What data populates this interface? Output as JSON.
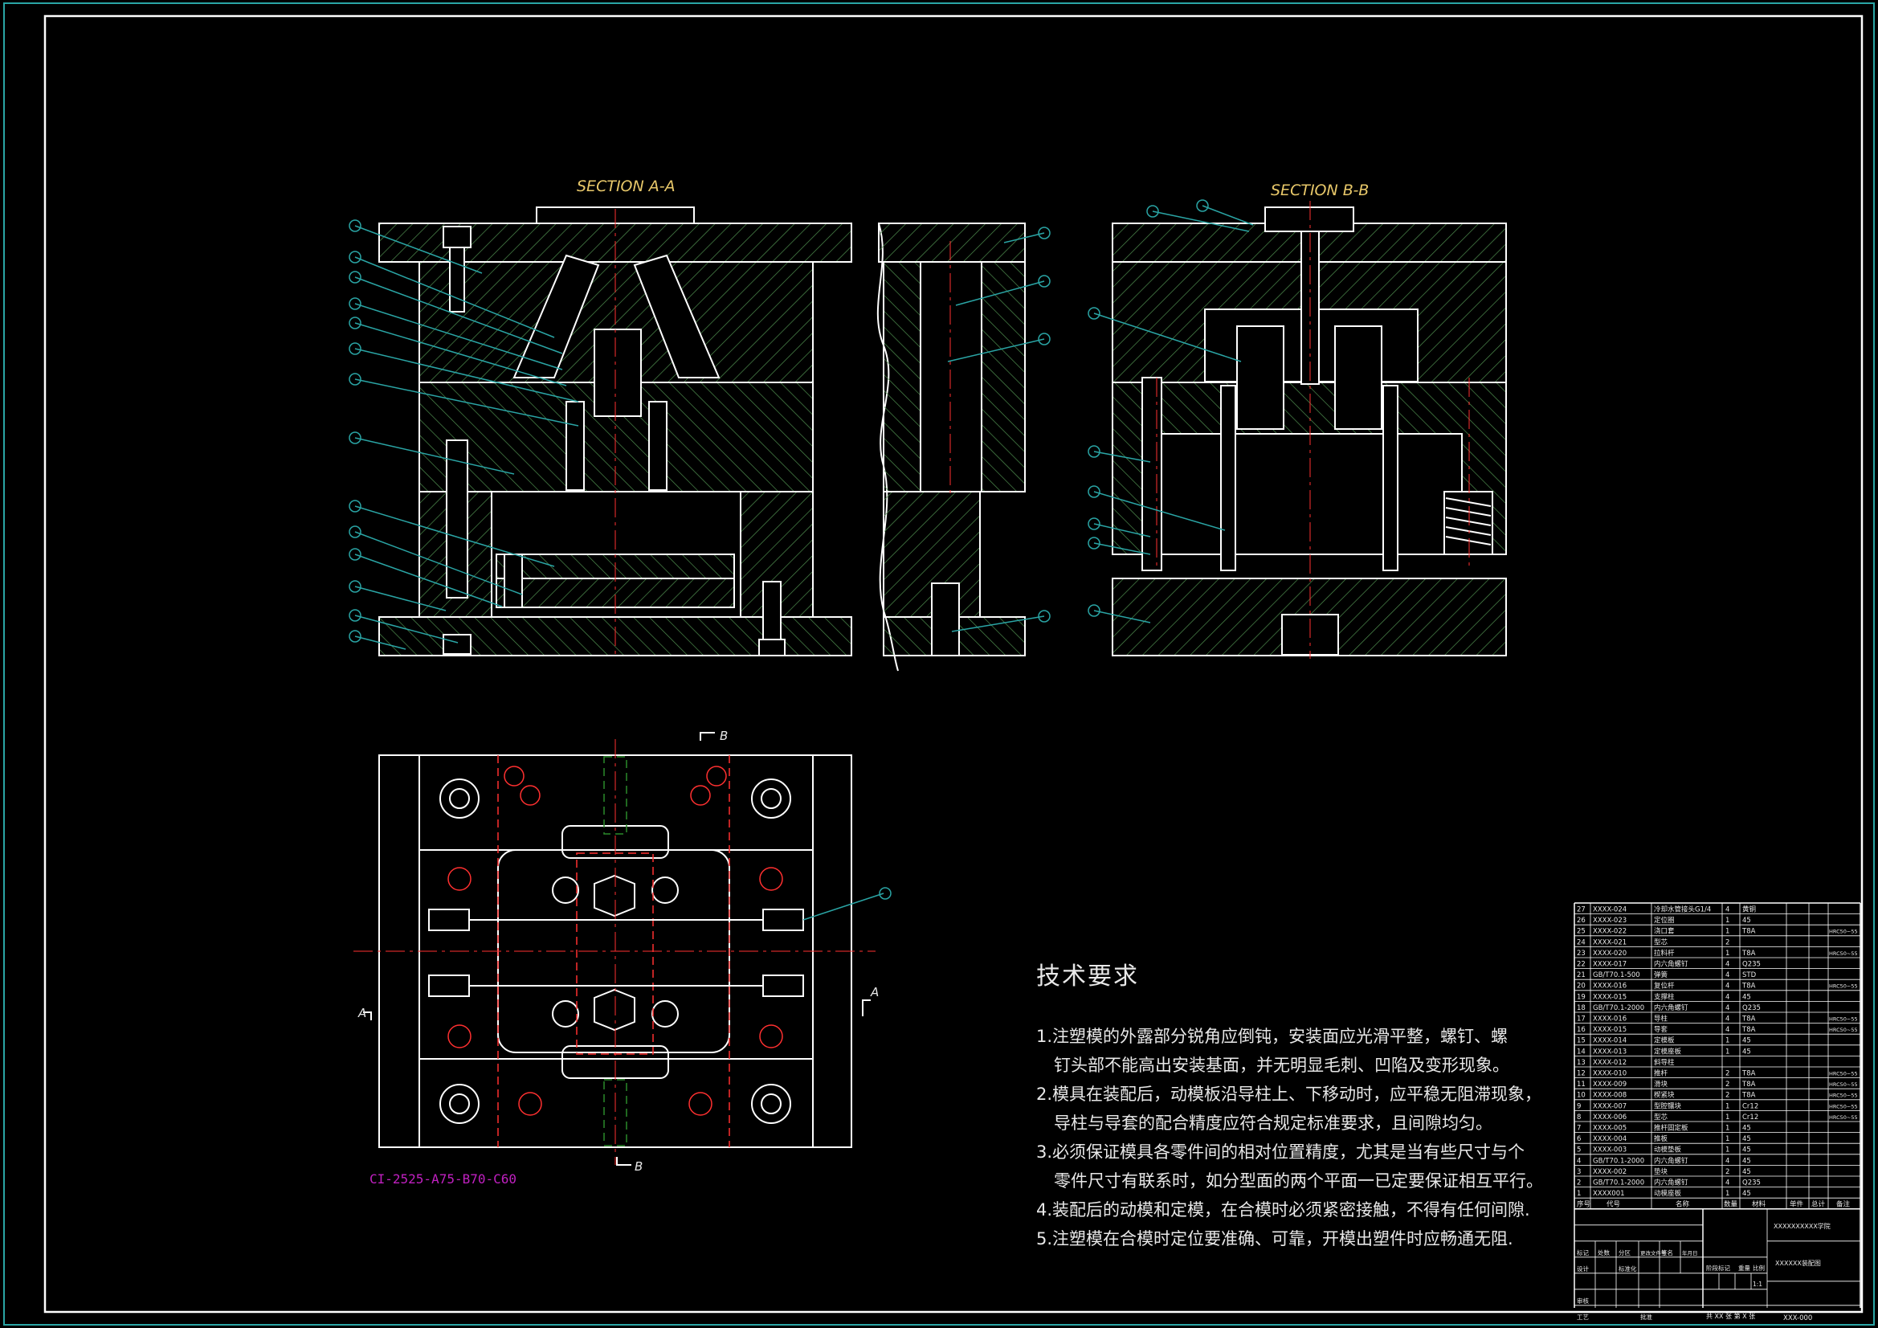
{
  "views": {
    "section_a": "SECTION A-A",
    "section_b": "SECTION B-B",
    "cut_marker": "B",
    "side_marker": "A",
    "mold_base_code": "CI-2525-A75-B70-C60"
  },
  "technical_requirements": {
    "heading": "技术要求",
    "items": [
      {
        "l1": "1.注塑模的外露部分锐角应倒钝，安装面应光滑平整，螺钉、螺",
        "l2": "钉头部不能高出安装基面，并无明显毛刺、凹陷及变形现象。"
      },
      {
        "l1": "2.模具在装配后，动模板沿导柱上、下移动时，应平稳无阻滞现象，",
        "l2": "导柱与导套的配合精度应符合规定标准要求，且间隙均匀。"
      },
      {
        "l1": "3.必须保证模具各零件间的相对位置精度，尤其是当有些尺寸与个",
        "l2": "零件尺寸有联系时，如分型面的两个平面一已定要保证相互平行。"
      },
      {
        "l1": "4.装配后的动模和定模，在合模时必须紧密接触，不得有任何间隙.",
        "l2": ""
      },
      {
        "l1": "5.注塑模在合模时定位要准确、可靠，开模出塑件时应畅通无阻.",
        "l2": ""
      }
    ]
  },
  "bom": {
    "rows": [
      {
        "no": "27",
        "code": "XXXX-024",
        "name": "冷却水管接头G1/4",
        "qty": "4",
        "mat": "黄铜",
        "note": ""
      },
      {
        "no": "26",
        "code": "XXXX-023",
        "name": "定位圈",
        "qty": "1",
        "mat": "45",
        "note": ""
      },
      {
        "no": "25",
        "code": "XXXX-022",
        "name": "浇口套",
        "qty": "1",
        "mat": "T8A",
        "note": "HRC50~55"
      },
      {
        "no": "24",
        "code": "XXXX-021",
        "name": "型芯",
        "qty": "2",
        "mat": "",
        "note": ""
      },
      {
        "no": "23",
        "code": "XXXX-020",
        "name": "拉料杆",
        "qty": "1",
        "mat": "T8A",
        "note": "HRC50~55"
      },
      {
        "no": "22",
        "code": "XXXX-017",
        "name": "内六角螺钉",
        "qty": "4",
        "mat": "Q235",
        "note": ""
      },
      {
        "no": "21",
        "code": "GB/T70.1-500",
        "name": "弹簧",
        "qty": "4",
        "mat": "STD",
        "note": ""
      },
      {
        "no": "20",
        "code": "XXXX-016",
        "name": "复位杆",
        "qty": "4",
        "mat": "T8A",
        "note": "HRC50~55"
      },
      {
        "no": "19",
        "code": "XXXX-015",
        "name": "支撑柱",
        "qty": "4",
        "mat": "45",
        "note": ""
      },
      {
        "no": "18",
        "code": "GB/T70.1-2000",
        "name": "内六角螺钉",
        "qty": "4",
        "mat": "Q235",
        "note": ""
      },
      {
        "no": "17",
        "code": "XXXX-016",
        "name": "导柱",
        "qty": "4",
        "mat": "T8A",
        "note": "HRC50~55"
      },
      {
        "no": "16",
        "code": "XXXX-015",
        "name": "导套",
        "qty": "4",
        "mat": "T8A",
        "note": "HRC50~55"
      },
      {
        "no": "15",
        "code": "XXXX-014",
        "name": "定模板",
        "qty": "1",
        "mat": "45",
        "note": ""
      },
      {
        "no": "14",
        "code": "XXXX-013",
        "name": "定模座板",
        "qty": "1",
        "mat": "45",
        "note": ""
      },
      {
        "no": "13",
        "code": "XXXX-012",
        "name": "斜导柱",
        "qty": "",
        "mat": "",
        "note": ""
      },
      {
        "no": "12",
        "code": "XXXX-010",
        "name": "推杆",
        "qty": "2",
        "mat": "T8A",
        "note": "HRC50~55"
      },
      {
        "no": "11",
        "code": "XXXX-009",
        "name": "滑块",
        "qty": "2",
        "mat": "T8A",
        "note": "HRC50~55"
      },
      {
        "no": "10",
        "code": "XXXX-008",
        "name": "楔紧块",
        "qty": "2",
        "mat": "T8A",
        "note": "HRC50~55"
      },
      {
        "no": "9",
        "code": "XXXX-007",
        "name": "型腔镶块",
        "qty": "1",
        "mat": "Cr12",
        "note": "HRC50~55"
      },
      {
        "no": "8",
        "code": "XXXX-006",
        "name": "型芯",
        "qty": "1",
        "mat": "Cr12",
        "note": "HRC50~55"
      },
      {
        "no": "7",
        "code": "XXXX-005",
        "name": "推杆固定板",
        "qty": "1",
        "mat": "45",
        "note": ""
      },
      {
        "no": "6",
        "code": "XXXX-004",
        "name": "推板",
        "qty": "1",
        "mat": "45",
        "note": ""
      },
      {
        "no": "5",
        "code": "XXXX-003",
        "name": "动模垫板",
        "qty": "1",
        "mat": "45",
        "note": ""
      },
      {
        "no": "4",
        "code": "GB/T70.1-2000",
        "name": "内六角螺钉",
        "qty": "4",
        "mat": "45",
        "note": ""
      },
      {
        "no": "3",
        "code": "XXXX-002",
        "name": "垫块",
        "qty": "2",
        "mat": "45",
        "note": ""
      },
      {
        "no": "2",
        "code": "GB/T70.1-2000",
        "name": "内六角螺钉",
        "qty": "4",
        "mat": "Q235",
        "note": ""
      },
      {
        "no": "1",
        "code": "XXXX001",
        "name": "动模座板",
        "qty": "1",
        "mat": "45",
        "note": ""
      }
    ],
    "header": {
      "no": "序号",
      "code": "代号",
      "name": "名称",
      "qty": "数量",
      "mat": "材料",
      "wt1": "单件",
      "wt2": "总计",
      "note": "备注"
    },
    "title_block": {
      "school": "XXXXXXXXXX学院",
      "drawing_name": "XXXXXX装配图",
      "drawing_no": "XXX-000",
      "sheets": "共 XX 张 第 X 张",
      "scale": "1:1",
      "stage": "阶段标记",
      "weight": "重量",
      "ratio": "比例",
      "design": "设计",
      "check": "审核",
      "process": "工艺",
      "mark": "标记",
      "count": "处数",
      "zone": "分区",
      "change_doc": "更改文件号",
      "sign": "签名",
      "date": "年月日",
      "std": "标准化",
      "approve": "批准"
    }
  }
}
